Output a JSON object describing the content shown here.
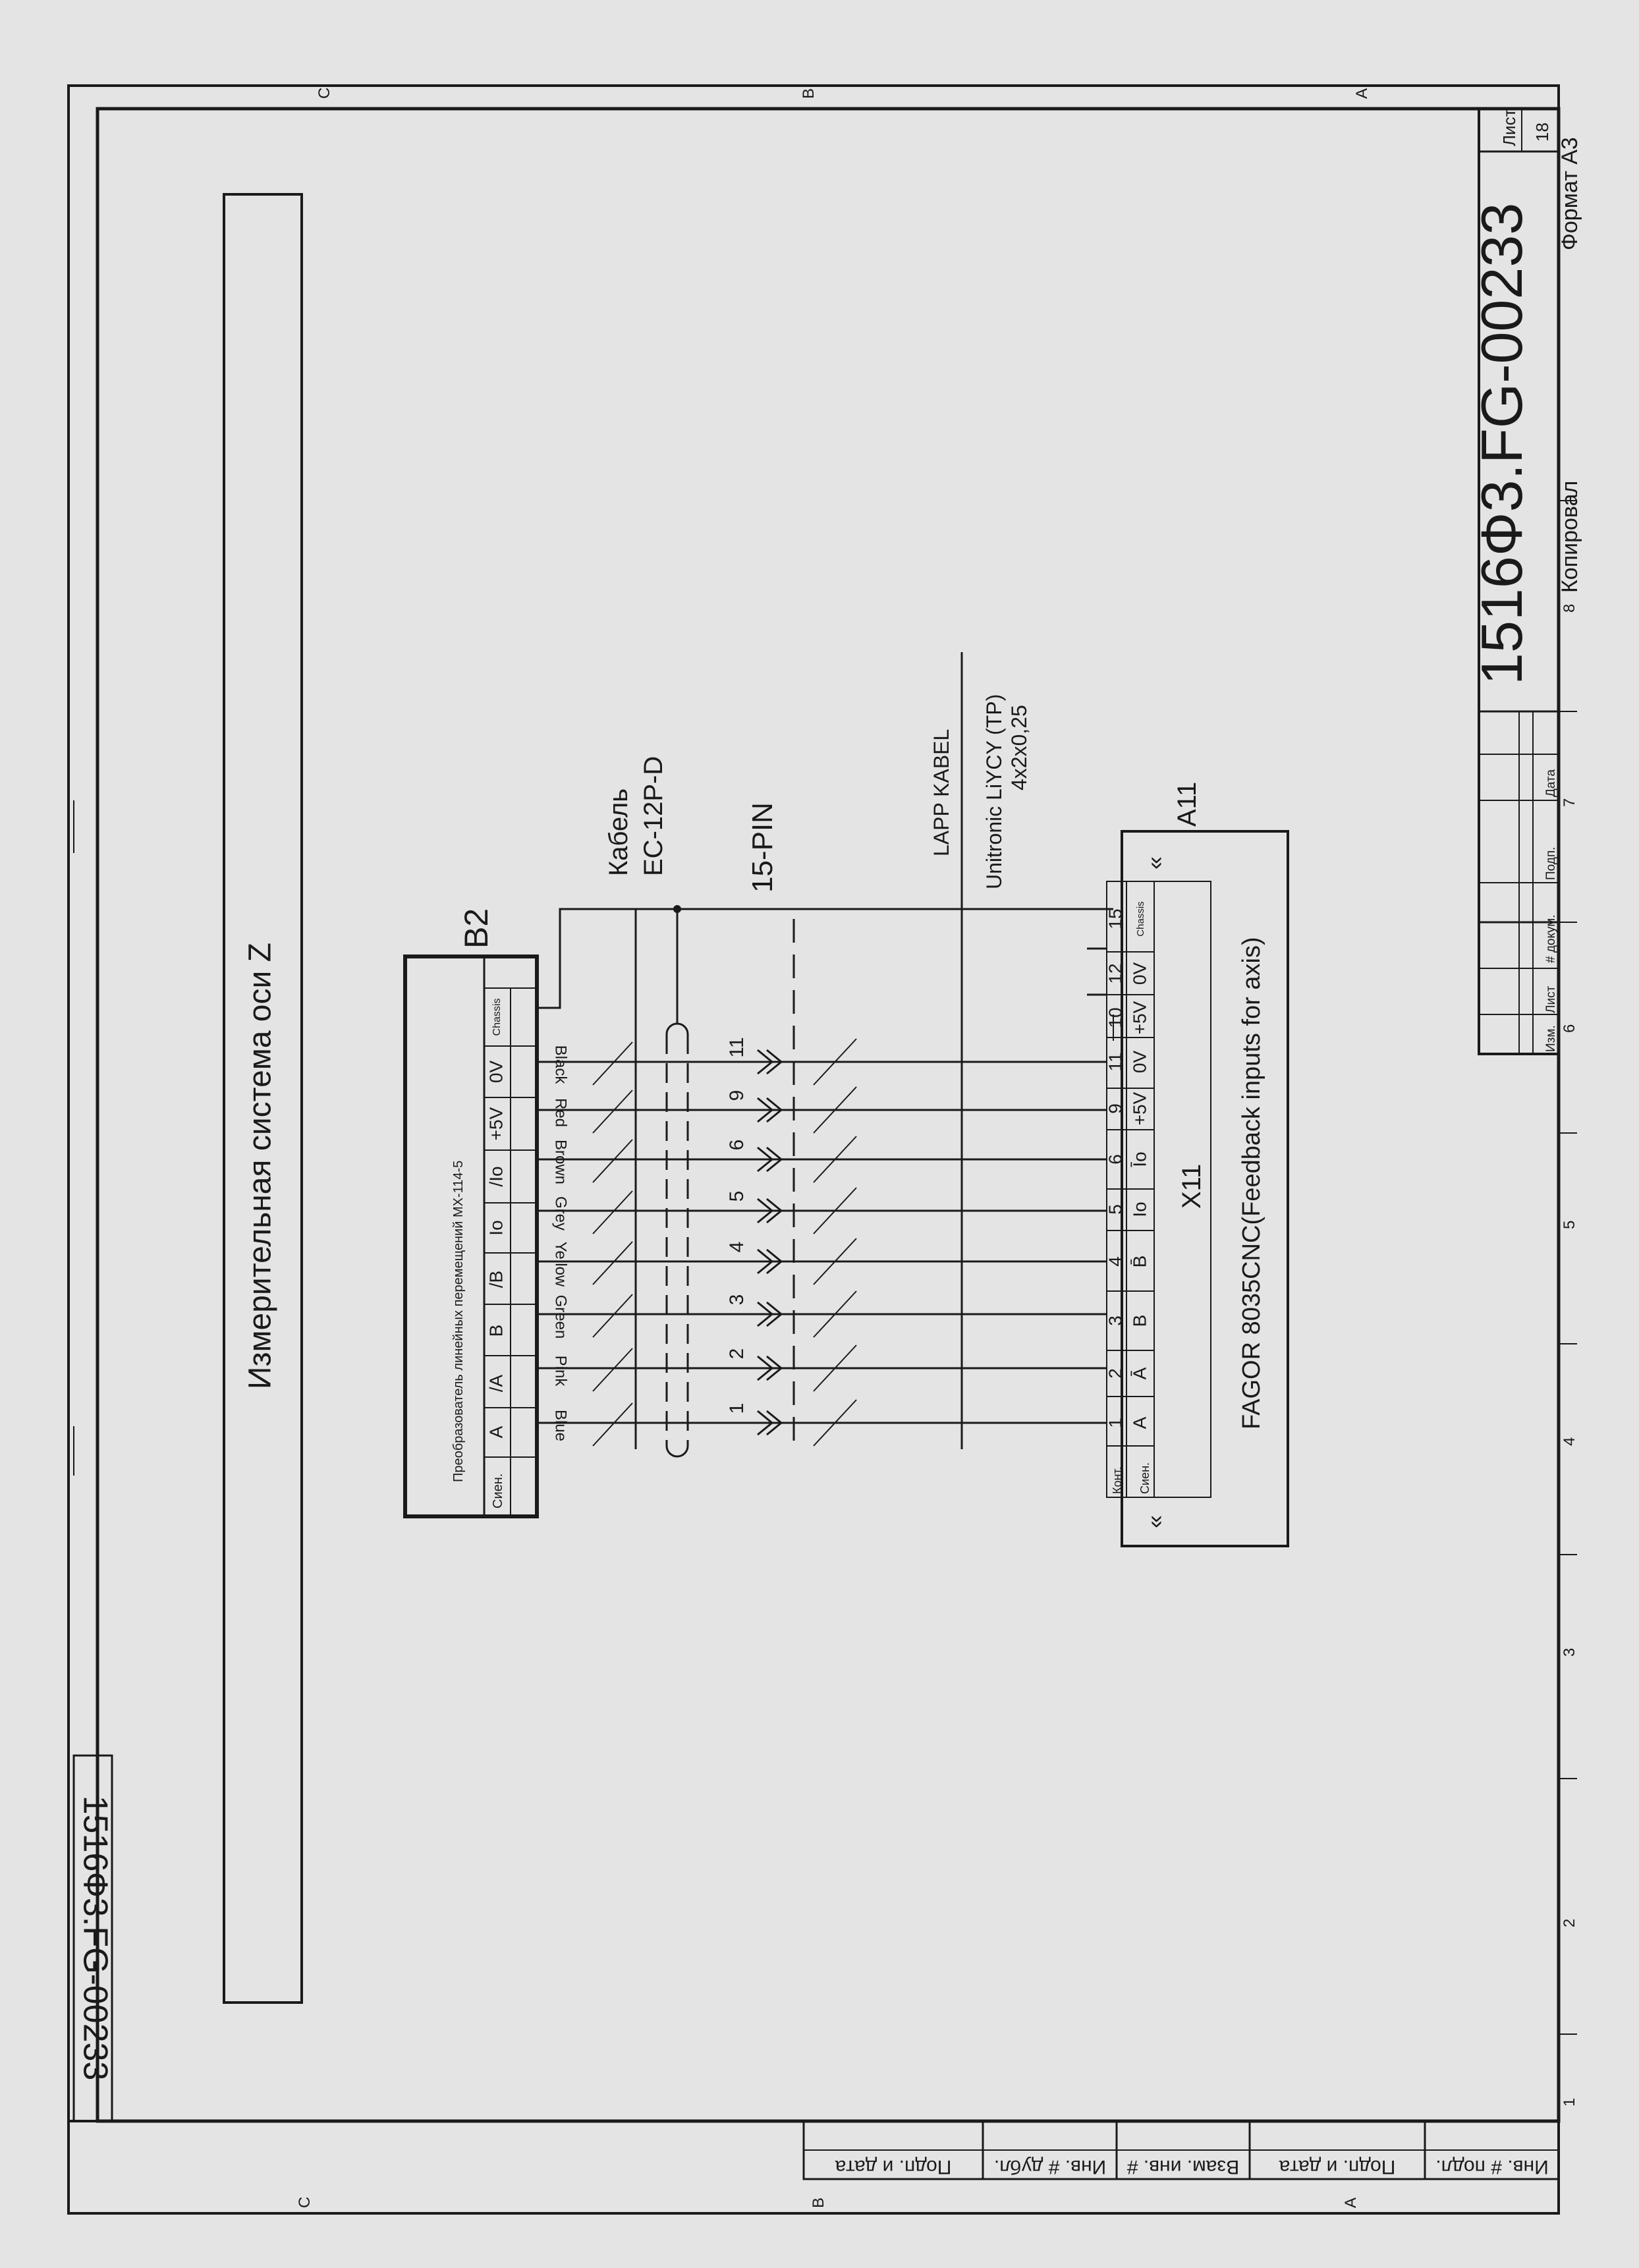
{
  "title_block": {
    "doc_number": "1516Ф3.FG-00233",
    "sheet_label": "Лист",
    "sheet_number": "18",
    "copied_label": "Копировал",
    "format_label": "Формат А3",
    "change_labels": [
      "Изм.",
      "Лист",
      "# докум.",
      "Подп.",
      "Дата"
    ]
  },
  "corner_doc_number": "1516Ф3.FG-00233",
  "side_stamp_labels": [
    "Инв. # подл.",
    "Подп. и дата",
    "Взам. инв. #",
    "Инв. # дубл.",
    "Подп. и дата"
  ],
  "zone_letters": [
    "C",
    "B",
    "A"
  ],
  "zone_numbers": [
    "1",
    "2",
    "3",
    "4",
    "5",
    "6",
    "7",
    "8"
  ],
  "sheet_title": "Измерительная система оси Z",
  "sensor": {
    "ref": "B2",
    "name": "Преобразователь линейных перемещений МХ-114-5",
    "signal_header": "Сиен.",
    "signals": [
      "A",
      "/A",
      "B",
      "/B",
      "Io",
      "/Io",
      "+5V",
      "0V",
      "Chassis"
    ]
  },
  "wire_colors": [
    "Blue",
    "Pink",
    "Green",
    "Yellow",
    "Grey",
    "Brown",
    "Red",
    "Black"
  ],
  "cable1": {
    "label": "Кабель",
    "type": "EC-12P-D"
  },
  "connector_15pin": {
    "label": "15-PIN",
    "pins": [
      "1",
      "2",
      "3",
      "4",
      "5",
      "6",
      "9",
      "11"
    ]
  },
  "cable2": {
    "maker": "LAPP KABEL",
    "type": "Unitronic LiYCY (TP)",
    "spec": "4x2x0,25"
  },
  "cnc": {
    "ref": "A11",
    "connector_ref": "X11",
    "title": "FAGOR 8035CNC(Feedback inputs for axis)",
    "contact_header": "Конт.",
    "signal_header": "Сиен.",
    "contacts": [
      "1",
      "2",
      "3",
      "4",
      "5",
      "6",
      "9",
      "11",
      "10",
      "12",
      "15"
    ],
    "signals": [
      "A",
      "Ā",
      "B",
      "B̄",
      "Io",
      "Īo",
      "+5V",
      "0V",
      "+5V",
      "0V",
      "Chassis"
    ]
  }
}
